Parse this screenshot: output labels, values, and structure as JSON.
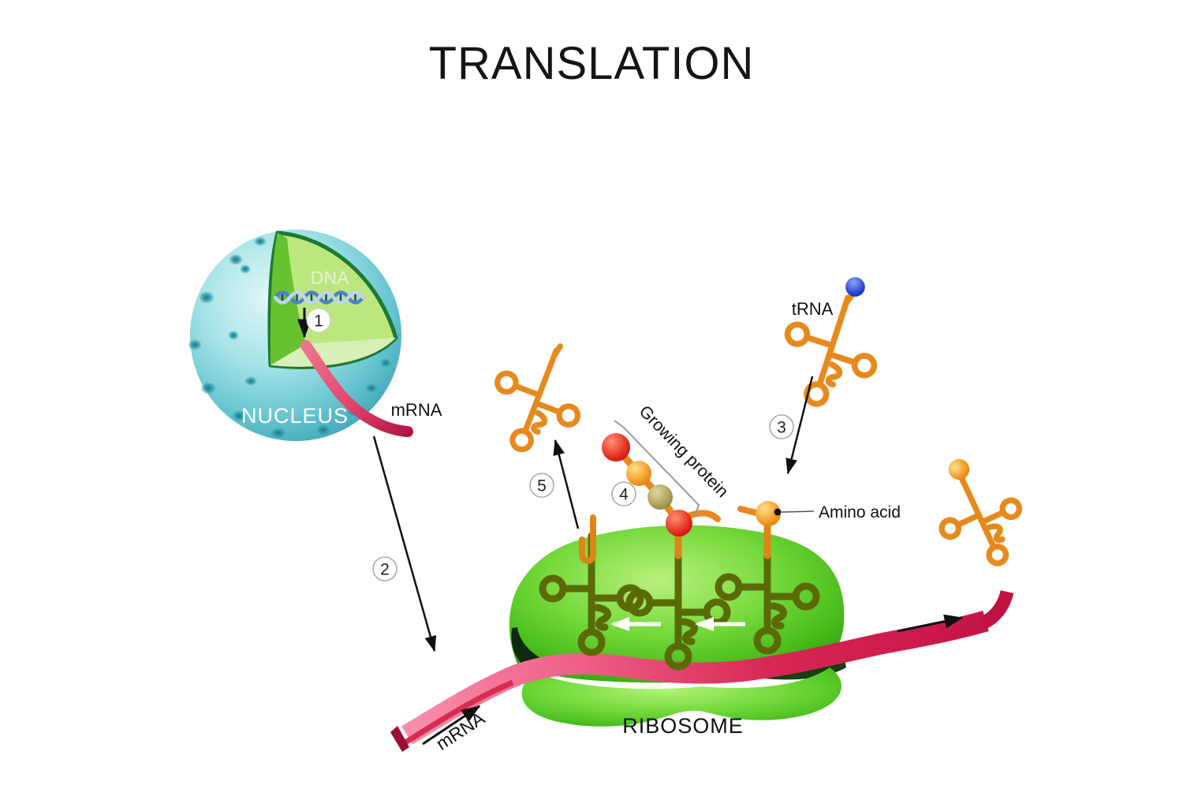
{
  "title": "TRANSLATION",
  "nucleus": {
    "label": "NUCLEUS",
    "dna_label": "DNA",
    "mrna_label": "mRNA"
  },
  "mrna": {
    "strand_label": "mRNA"
  },
  "trna": {
    "label": "tRNA"
  },
  "protein": {
    "growing_label": "Growing protein",
    "amino_acid_label": "Amino acid"
  },
  "ribosome": {
    "label": "RIBOSOME"
  },
  "steps": {
    "s1": "1",
    "s2": "2",
    "s3": "3",
    "s4": "4",
    "s5": "5"
  },
  "colors": {
    "nucleus_teal": "#7fcdd6",
    "nucleus_spot": "#2d96a4",
    "cut_face_green": "#68c22f",
    "cut_face_light": "#bce77f",
    "cut_face_pale": "#d8efb8",
    "mrna_pink": "#e23a60",
    "ribosome_green": "#52c222",
    "trna_orange": "#e8891c",
    "trna_inner_olive": "#5a6b05",
    "amino_acid_orange": "#f5a623",
    "amino_acid_blue": "#2c4fd8",
    "bead_red": "#e02a20",
    "bead_olive": "#aaa050"
  }
}
